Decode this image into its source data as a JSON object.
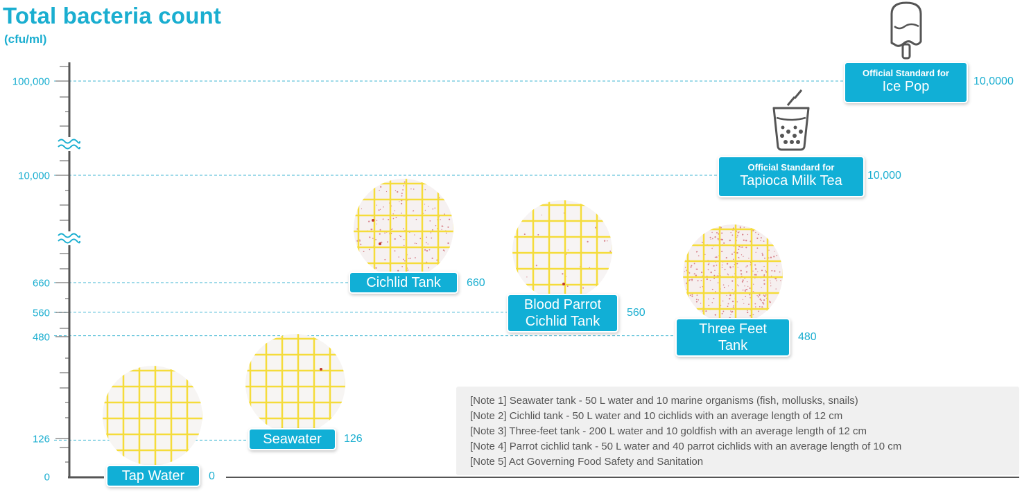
{
  "title": "Total bacteria count",
  "unit": "(cfu/ml)",
  "colors": {
    "accent": "#1aaed0",
    "label_bg": "#11afd6",
    "axis": "#555555",
    "grid": "#3fb6d3",
    "note_bg": "#f0f0f0",
    "note_text": "#555555"
  },
  "chart_data": {
    "type": "scatter",
    "title": "Total bacteria count",
    "ylabel": "(cfu/ml)",
    "y_scale": "broken",
    "y_ticks": [
      "0",
      "126",
      "480",
      "560",
      "660",
      "10,000",
      "100,000"
    ],
    "points": [
      {
        "label": "Tap Water",
        "value": 0,
        "value_label": "0"
      },
      {
        "label": "Seawater",
        "value": 126,
        "value_label": "126"
      },
      {
        "label": "Cichlid Tank",
        "value": 660,
        "value_label": "660"
      },
      {
        "label": "Blood Parrot Cichlid Tank",
        "value": 560,
        "value_label": "560"
      },
      {
        "label": "Three Feet Tank",
        "value": 480,
        "value_label": "480"
      }
    ],
    "standards": [
      {
        "label_small": "Official Standard for",
        "label": "Tapioca Milk Tea",
        "value": 10000,
        "value_label": "10,000",
        "icon": "bubble-tea-icon"
      },
      {
        "label_small": "Official Standard for",
        "label": "Ice Pop",
        "value": 100000,
        "value_label": "10,0000",
        "icon": "ice-pop-icon"
      }
    ]
  },
  "sample_labels": {
    "tap": "Tap Water",
    "sea": "Seawater",
    "cichlid": "Cichlid Tank",
    "parrot_1": "Blood Parrot",
    "parrot_2": "Cichlid Tank",
    "feet_1": "Three Feet",
    "feet_2": "Tank"
  },
  "notes": [
    "[Note 1] Seawater tank - 50 L water and 10 marine organisms (fish, mollusks, snails)",
    "[Note 2] Cichlid tank - 50 L water and 10 cichlids with an average length of 12 cm",
    "[Note 3] Three-feet tank - 200 L water and 10 goldfish with an average length of 12 cm",
    "[Note 4] Parrot cichlid tank - 50 L water and 40 parrot cichlids with an average length of 10 cm",
    "[Note 5] Act Governing Food Safety and Sanitation"
  ]
}
